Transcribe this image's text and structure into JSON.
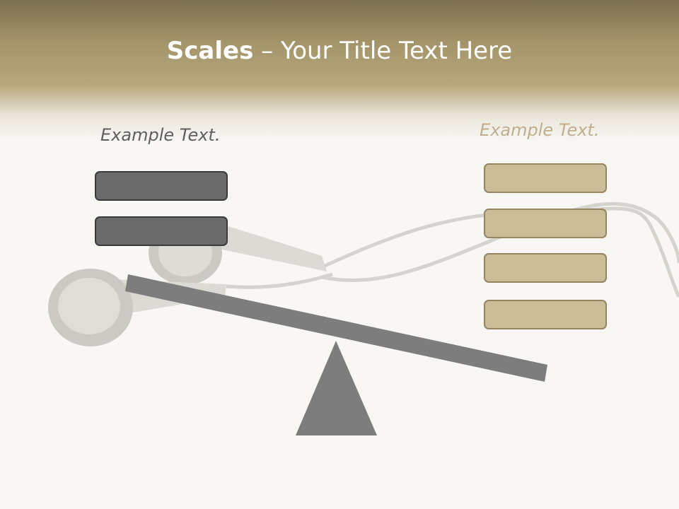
{
  "slide": {
    "title_bold": "Scales",
    "title_rest": " – Your Title Text Here",
    "left_label": "Example Text.",
    "right_label": "Example Text."
  },
  "left_boxes": [
    {
      "label": ""
    },
    {
      "label": ""
    }
  ],
  "right_boxes": [
    {
      "label": ""
    },
    {
      "label": ""
    },
    {
      "label": ""
    },
    {
      "label": ""
    }
  ],
  "colors": {
    "header_dark": "#7b7050",
    "header_light": "#b8a77c",
    "background": "#f8f7f3",
    "dark_box": "#6b6b6b",
    "tan_box": "#cbbd98",
    "scale_gray": "#7d7d7d",
    "left_label": "#5f5f5f",
    "right_label": "#bfb08d"
  },
  "icons": [
    "earphones-image",
    "seesaw-scale"
  ]
}
